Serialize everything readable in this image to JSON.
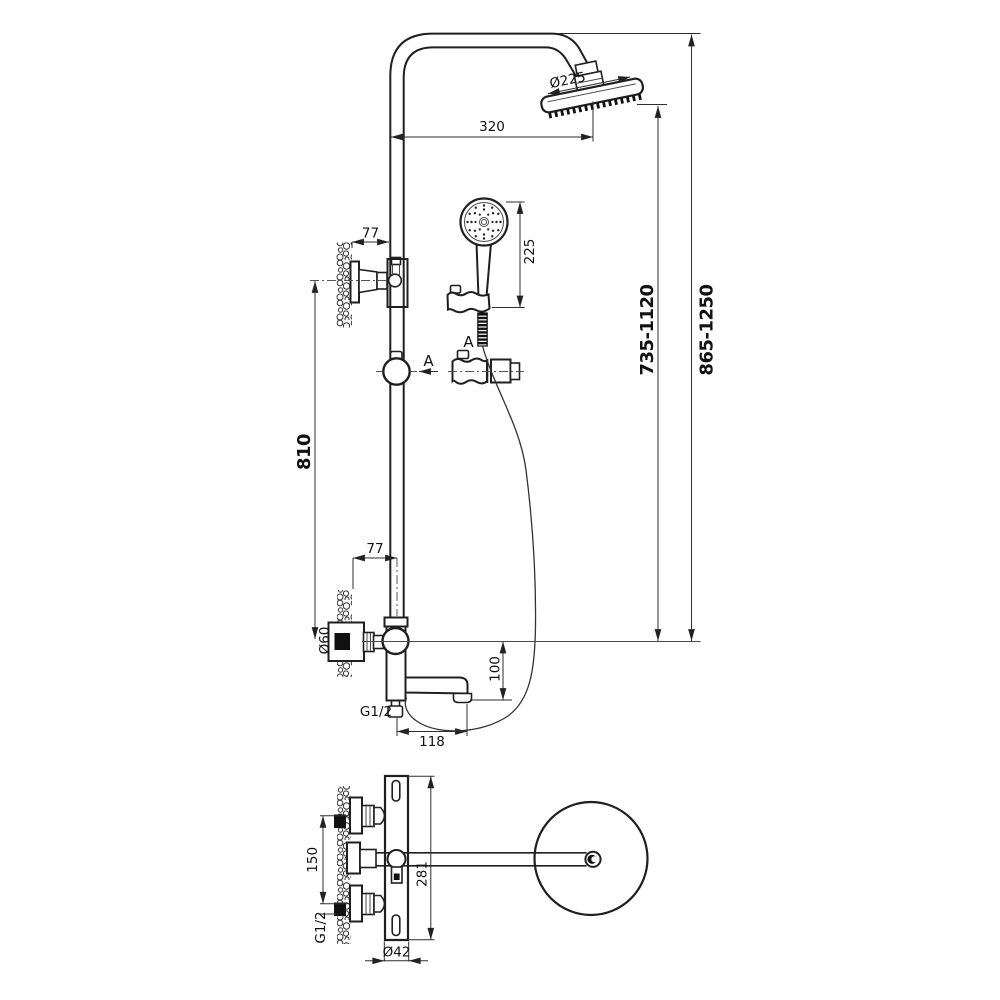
{
  "front_view": {
    "head_diameter": "Ø225",
    "head_offset": "320",
    "hand_shower_height": "225",
    "column_height": "735-1120",
    "overall_height": "865-1250",
    "upper_bracket_offset": "77",
    "slide_bar_length": "810",
    "lower_bracket_offset": "77",
    "escutcheon_diameter": "Ø60",
    "spout_drop": "100",
    "outlet_thread": "G1/2",
    "spout_reach": "118",
    "section_arrow_label": "A",
    "section_view_label": "A"
  },
  "top_view": {
    "inlet_spacing": "150",
    "inlet_thread": "G1/2",
    "body_length": "281",
    "body_diameter": "Ø42"
  },
  "colors": {
    "line": "#1f1f1f",
    "dimension": "#2e2e2e",
    "background": "#ffffff"
  }
}
